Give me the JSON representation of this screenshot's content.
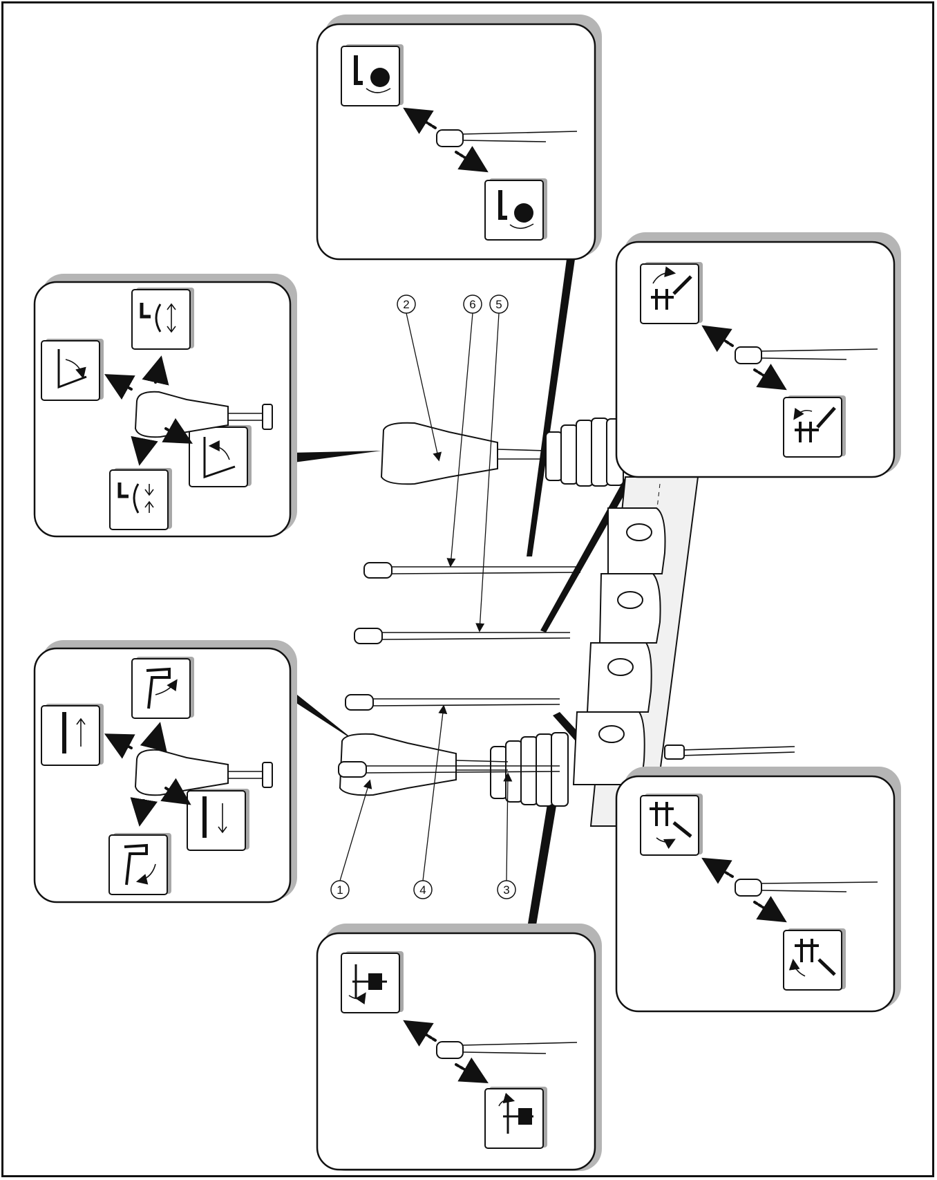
{
  "colors": {
    "line": "#111111",
    "shadow": "#b5b5b5",
    "background": "#ffffff"
  },
  "callouts": [
    {
      "id": "c1",
      "text": "1"
    },
    {
      "id": "c2",
      "text": "2"
    },
    {
      "id": "c3",
      "text": "3"
    },
    {
      "id": "c4",
      "text": "4"
    },
    {
      "id": "c5",
      "text": "5"
    },
    {
      "id": "c6",
      "text": "6"
    }
  ],
  "panels": [
    {
      "id": "top-panel",
      "icons": [
        "tilt-rotate-up-icon",
        "tilt-rotate-down-icon"
      ]
    },
    {
      "id": "top-right-panel",
      "icons": [
        "fork-tilt-back-icon",
        "fork-tilt-forward-icon"
      ]
    },
    {
      "id": "left-upper-panel",
      "icons": [
        "bucket-up-down-icon",
        "boom-lower-icon",
        "boom-raise-icon",
        "bucket-float-icon"
      ]
    },
    {
      "id": "left-lower-panel",
      "icons": [
        "boom-curl-icon",
        "lift-up-icon",
        "lift-down-icon",
        "boom-dump-icon"
      ]
    },
    {
      "id": "bottom-right-panel",
      "icons": [
        "fork-rotate-left-icon",
        "fork-rotate-right-icon"
      ]
    },
    {
      "id": "bottom-panel",
      "icons": [
        "clamp-rotate-up-icon",
        "clamp-rotate-down-icon"
      ]
    }
  ]
}
